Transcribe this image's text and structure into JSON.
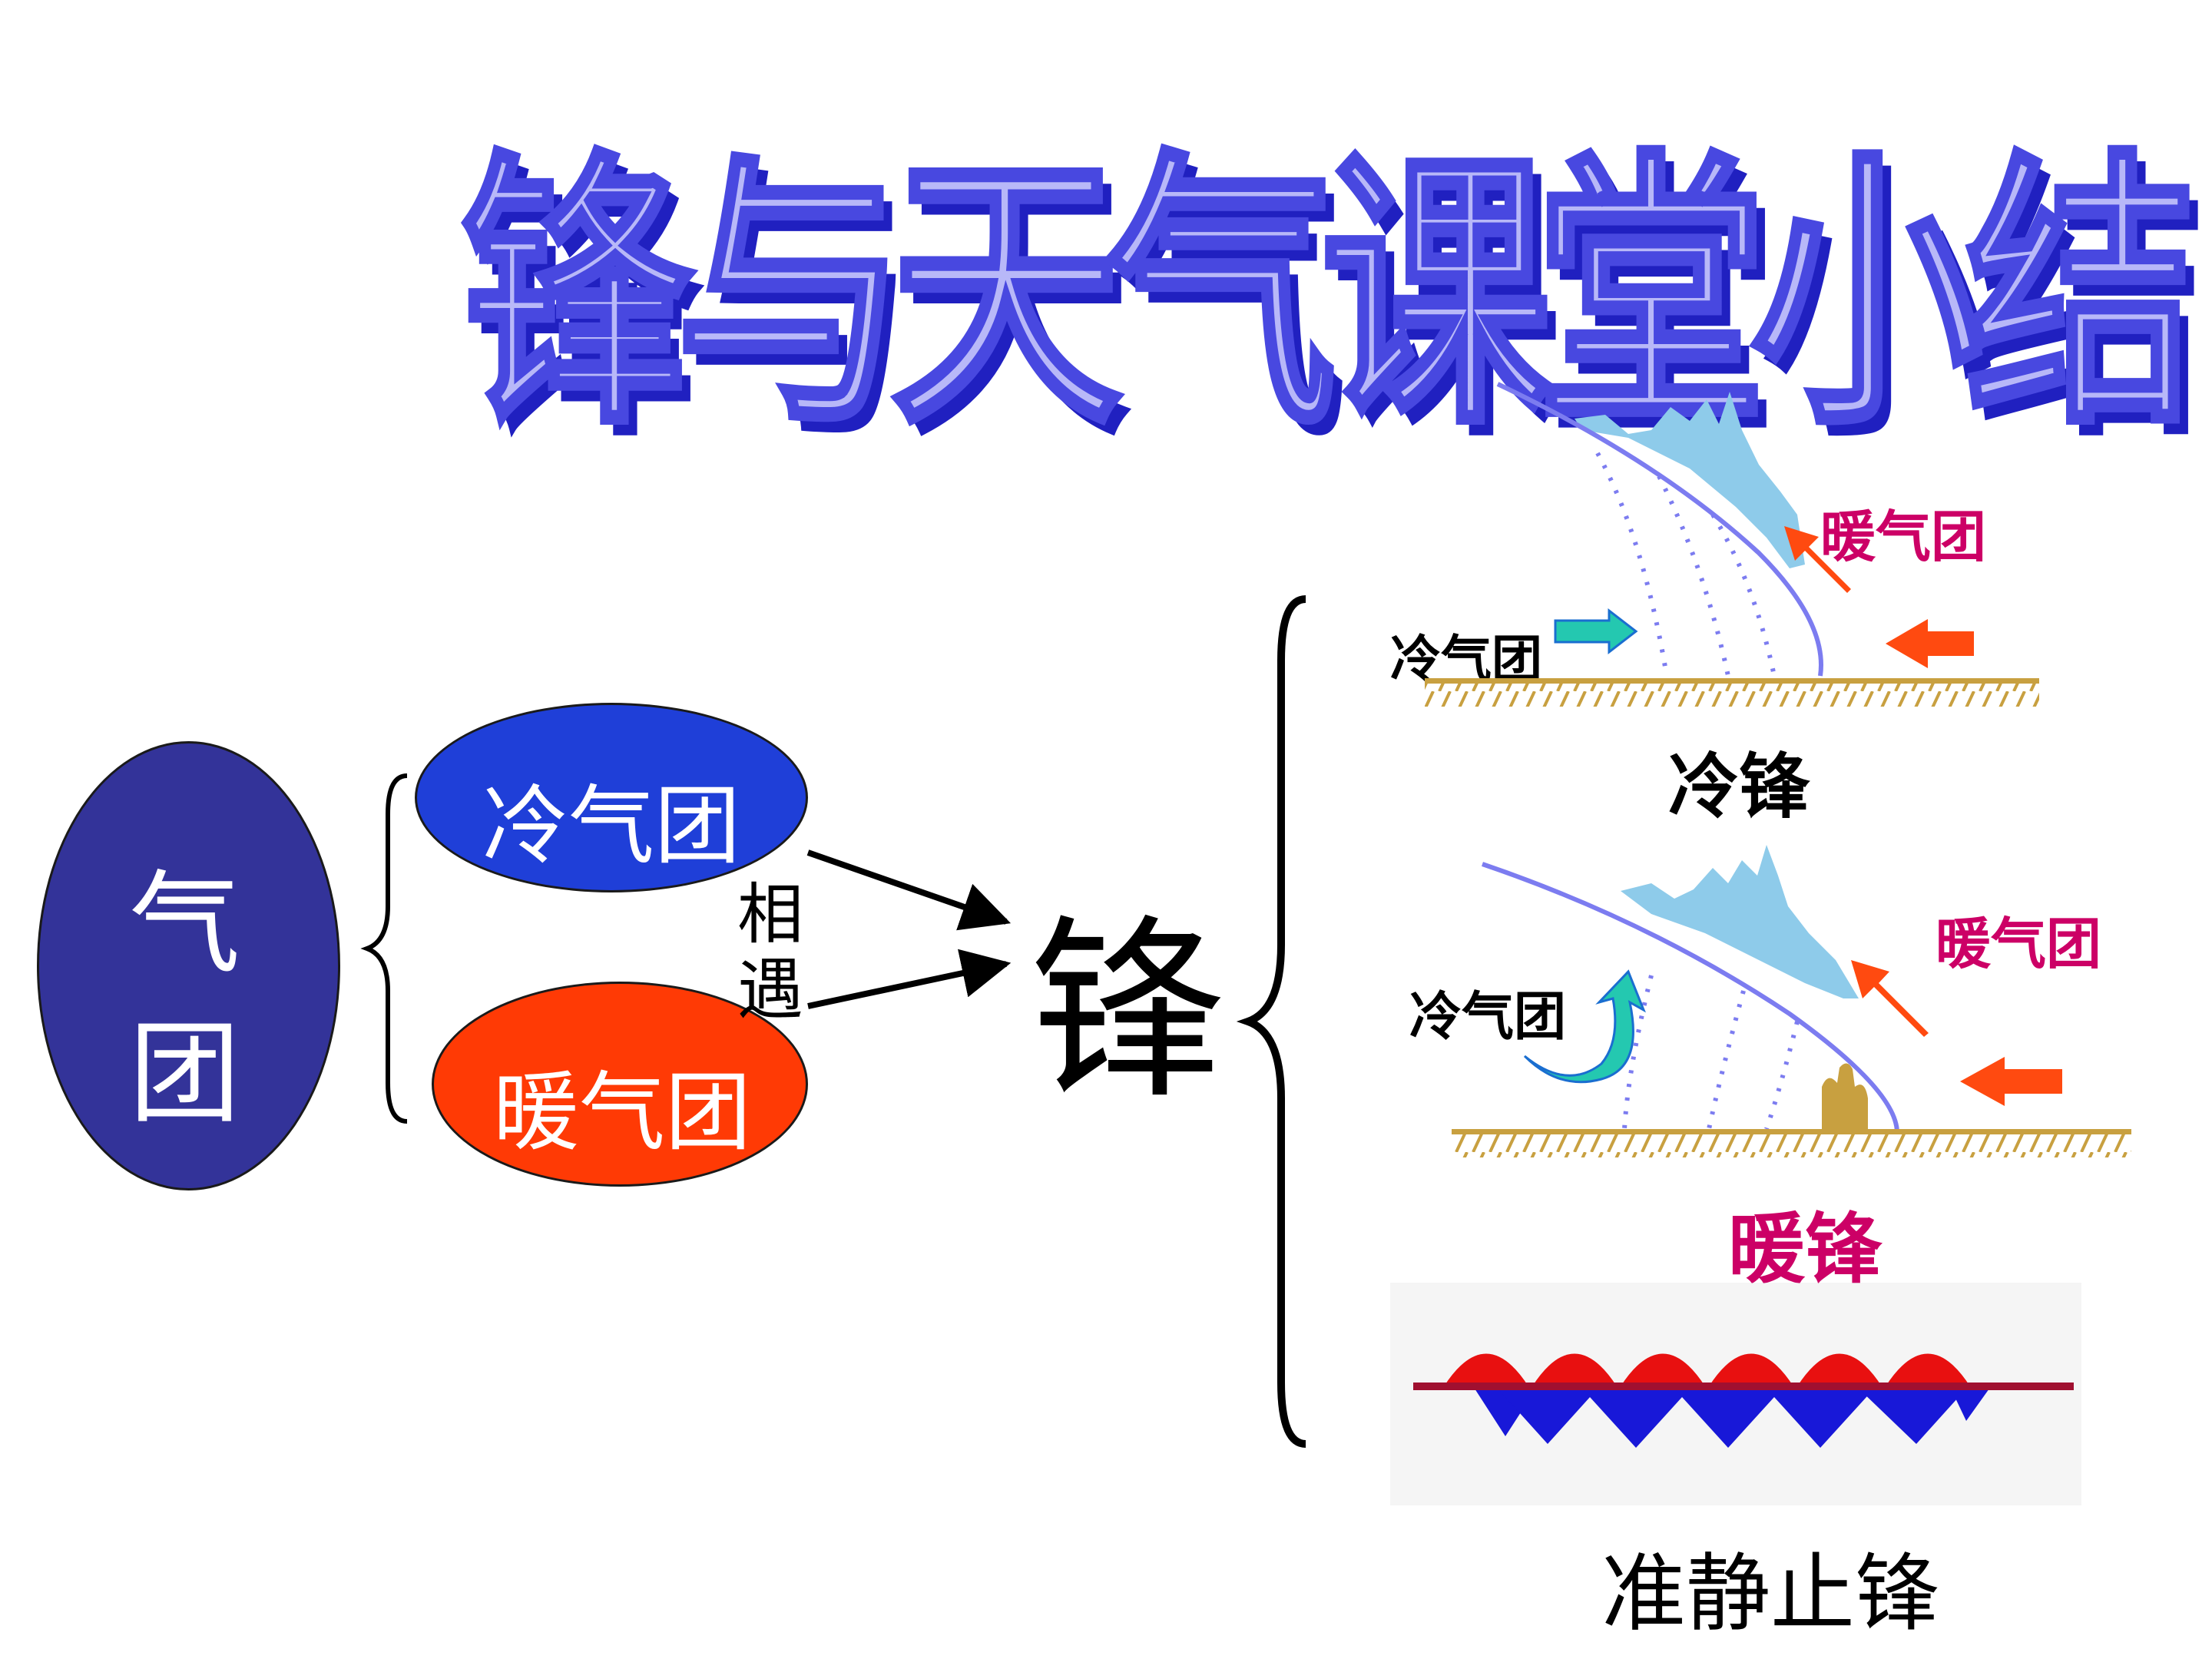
{
  "title": "锋与天气课堂小结",
  "air_mass": {
    "label_1": "气",
    "label_2": "团"
  },
  "cold_mass": {
    "label": "冷气团",
    "color": "#1f3fd8"
  },
  "warm_mass": {
    "label": "暖气团",
    "color": "#ff3a05"
  },
  "air_mass_color": "#333399",
  "meet": {
    "char_1": "相",
    "char_2": "遇"
  },
  "front": {
    "label": "锋"
  },
  "cold_front": {
    "caption": "冷锋",
    "cold_label": "冷气团",
    "warm_label": "暖气团"
  },
  "warm_front": {
    "caption": "暖锋",
    "cold_label": "冷气团",
    "warm_label": "暖气团",
    "caption_color": "#cc0066"
  },
  "stationary_front": {
    "caption": "准静止锋"
  },
  "colors": {
    "label_magenta": "#cc0066",
    "cloud": "#8ecbea",
    "front_line": "#7c7cf0",
    "ground": "#c8a040",
    "arrow": "#ff4a10"
  }
}
